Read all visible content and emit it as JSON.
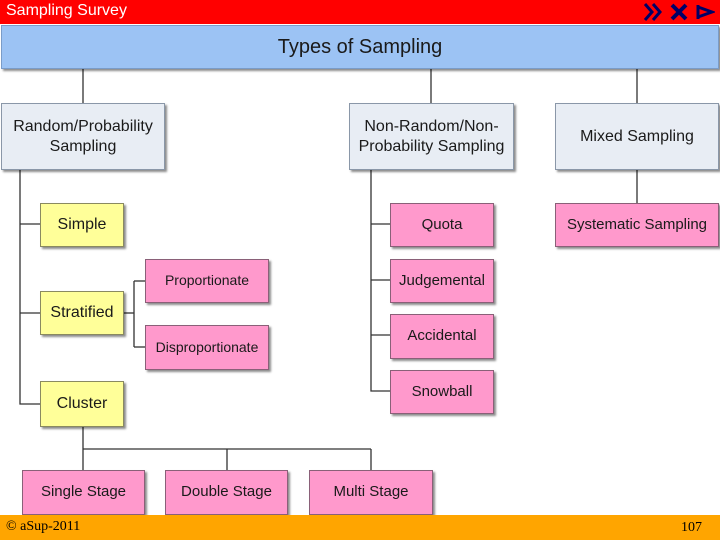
{
  "slide": {
    "title": "Sampling Survey",
    "footer_left": "© aSup-2011",
    "page_number": "107"
  },
  "nav_icons": [
    "rewind-icon",
    "back-icon",
    "forward-icon"
  ],
  "colors": {
    "title_bar": "#ff0000",
    "footer_bar": "#ffa500",
    "header_fill": "#9cc3f4",
    "category_fill": "#e8edf4",
    "random_fill": "#ffff99",
    "leaf_fill": "#ff99cc"
  },
  "diagram": {
    "root": "Types of Sampling",
    "categories": {
      "random": "Random/Probability Sampling",
      "non_random": "Non-Random/Non-Probability Sampling",
      "mixed": "Mixed Sampling"
    },
    "random_types": {
      "simple": "Simple",
      "stratified": "Stratified",
      "cluster": "Cluster"
    },
    "stratified_types": {
      "proportionate": "Proportionate",
      "disproportionate": "Disproportionate"
    },
    "cluster_types": {
      "single": "Single Stage",
      "double": "Double Stage",
      "multi": "Multi Stage"
    },
    "non_random_types": {
      "quota": "Quota",
      "judgemental": "Judgemental",
      "accidental": "Accidental",
      "snowball": "Snowball"
    },
    "mixed_types": {
      "systematic": "Systematic Sampling"
    }
  }
}
